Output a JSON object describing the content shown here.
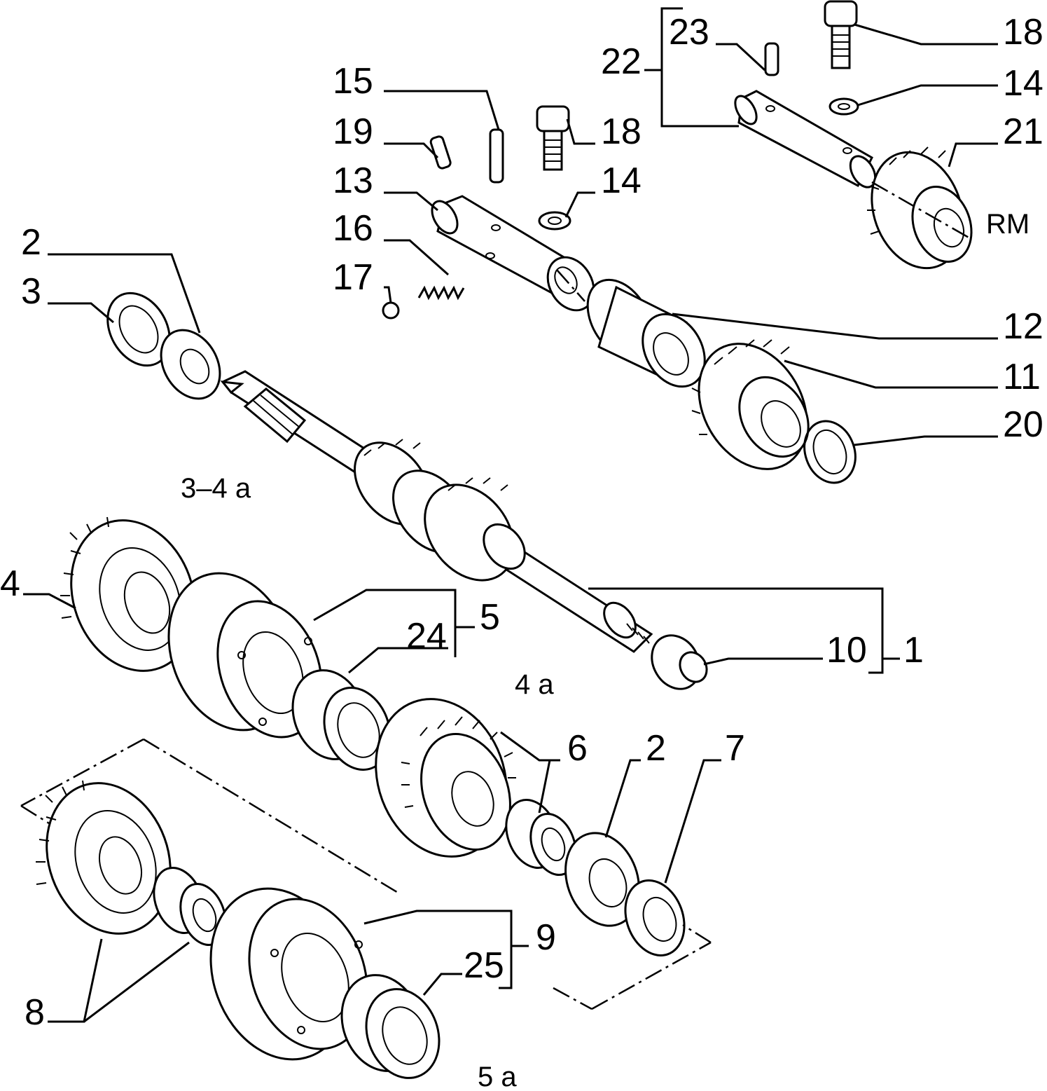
{
  "labels": {
    "p1": "1",
    "p2a": "2",
    "p2b": "2",
    "p3": "3",
    "p4": "4",
    "p5": "5",
    "p6": "6",
    "p7": "7",
    "p8": "8",
    "p9": "9",
    "p10": "10",
    "p11": "11",
    "p12": "12",
    "p13": "13",
    "p14a": "14",
    "p14b": "14",
    "p15": "15",
    "p16": "16",
    "p17": "17",
    "p18a": "18",
    "p18b": "18",
    "p19": "19",
    "p20": "20",
    "p21": "21",
    "p22": "22",
    "p23": "23",
    "p24": "24",
    "p25": "25"
  },
  "gear_labels": {
    "rm": "RM",
    "g34": "3–4 a",
    "g4": "4 a",
    "g5": "5 a"
  }
}
